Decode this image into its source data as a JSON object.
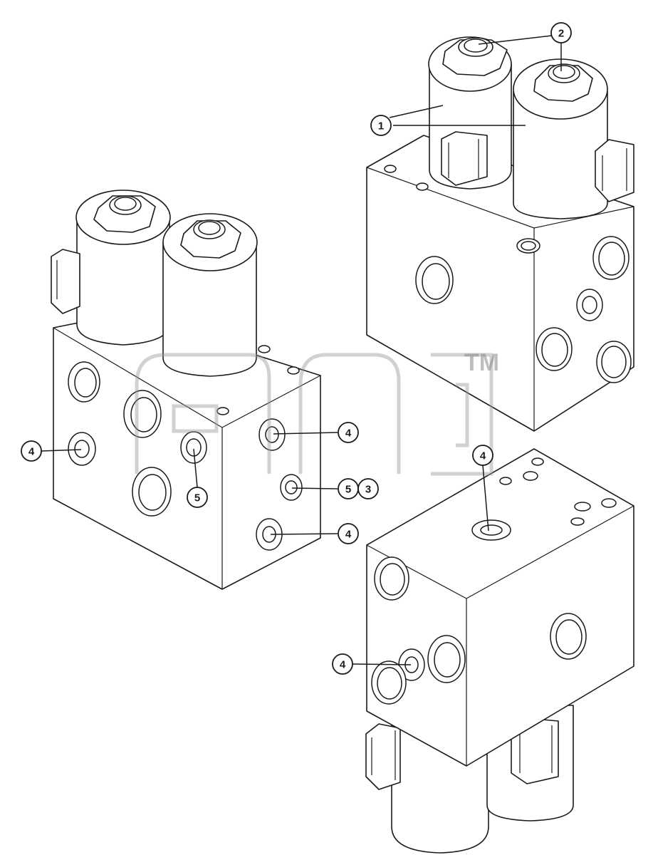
{
  "callouts": {
    "c1": "1",
    "c2": "2",
    "c3": "3",
    "c4": "4",
    "c5": "5"
  },
  "watermark": {
    "trademark": "TM"
  },
  "colors": {
    "line": "#1a1a1a",
    "background": "#ffffff",
    "watermark": "#9a9a9a"
  }
}
